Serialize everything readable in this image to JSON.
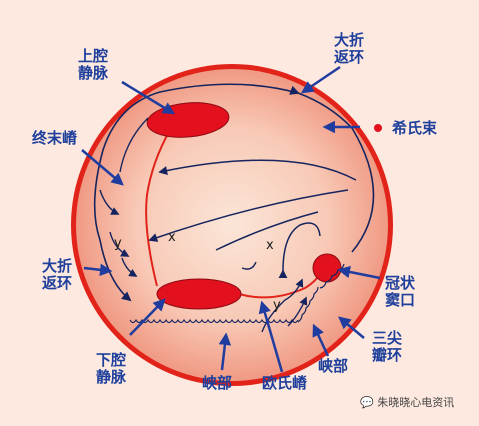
{
  "labels": {
    "svc_line1": "上腔",
    "svc_line2": "静脉",
    "big_folding_top_line1": "大折",
    "big_folding_top_line2": "返环",
    "his_bundle": "希氏束",
    "crista_terminalis": "终末嵴",
    "big_folding_left_line1": "大折",
    "big_folding_left_line2": "返环",
    "coronary_sinus_line1": "冠状",
    "coronary_sinus_line2": "窦口",
    "tricuspid_line1": "三尖",
    "tricuspid_line2": "瓣环",
    "ivc_line1": "下腔",
    "ivc_line2": "静脉",
    "isthmus_left": "峡部",
    "eustachian_ridge": "欧氏嵴",
    "isthmus_right": "峡部"
  },
  "markers": {
    "x_left": "x",
    "y_left": "y",
    "x_right": "x",
    "y_right": "y"
  },
  "watermark": "朱晓晓心电资讯",
  "colors": {
    "disk_fill": "#f6a491",
    "disk_edge": "#e2231a",
    "vessel": "#e3101e",
    "label": "#1e3f9c",
    "arrow": "#1f3c9e",
    "path": "#15245e"
  }
}
